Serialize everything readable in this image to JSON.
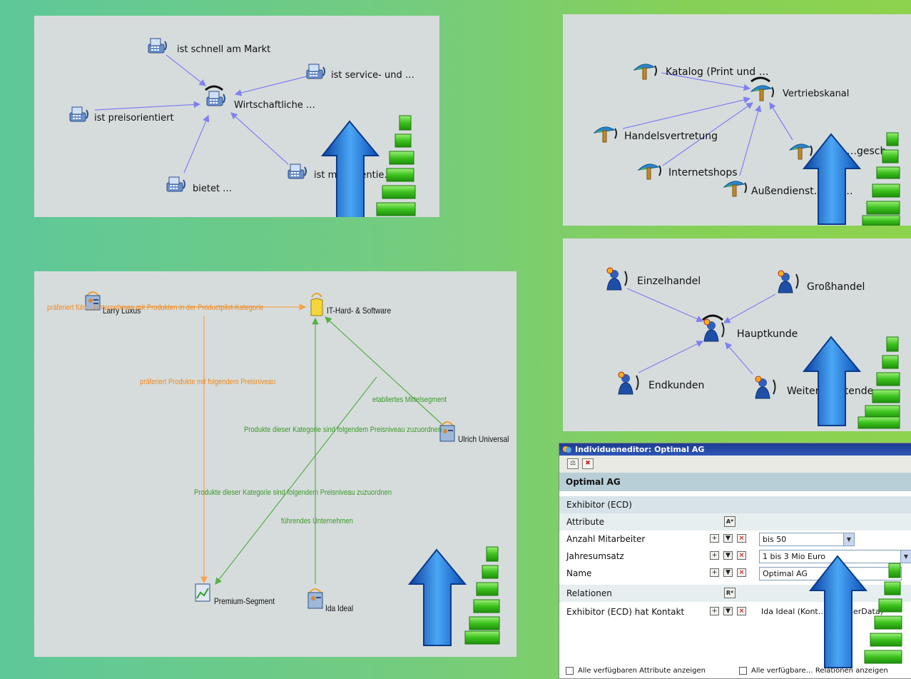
{
  "panel1": {
    "center": "Wirtschaftliche …",
    "nodes": [
      "ist schnell am Markt",
      "ist service- und …",
      "ist preisorientiert",
      "bietet …",
      "ist meßorientie…"
    ]
  },
  "panel2": {
    "center": "Vertriebskanal",
    "nodes": [
      "Katalog (Print und …",
      "Handelsvertretung",
      "Internetshops",
      "Außendienst…beit…",
      "…gesch…"
    ]
  },
  "panel3": {
    "center": "Hauptkunde",
    "nodes": [
      "Einzelhandel",
      "Großhandel",
      "Endkunden",
      "Weiter…beitende…"
    ]
  },
  "panel4": {
    "nodes": {
      "larry": "Larry Luxus",
      "it": "IT-Hard- & Software",
      "ulrich": "Ulrich Universal",
      "premium": "Premium-Segment",
      "ida": "Ida Ideal"
    },
    "edges": {
      "e1": "präferiert führ…Unternehmen mit Produkten in der Productpilot-Kategorie",
      "e2": "präferiert Produkte mit folgendem Preisniveau",
      "e3": "etabliertes Mittelsegment",
      "e4": "Produkte dieser Kategorie sind folgendem Preisniveau zuzuordnen",
      "e5": "Produkte dieser Kategorie sind folgendem Preisniveau zuzuordnen",
      "e6": "führendes Unternehmen"
    }
  },
  "editor": {
    "title": "Individueneditor: Optimal AG",
    "name": "Optimal AG",
    "type": "Exhibitor (ECD)",
    "attributes_header": "Attribute",
    "rows": [
      {
        "label": "Anzahl Mitarbeiter",
        "value": "bis 50"
      },
      {
        "label": "Jahresumsatz",
        "value": "1 bis 3 Mio Euro"
      },
      {
        "label": "Name",
        "value": "Optimal AG"
      }
    ],
    "relations_header": "Relationen",
    "relation": {
      "label": "Exhibitor (ECD) hat Kontakt",
      "value": "Ida Ideal (Kont…ofil (UserData)"
    },
    "footer_attr": "Alle verfügbaren Attribute anzeigen",
    "footer_rel": "Alle verfügbare… Relationen anzeigen",
    "attr_btn": "A*",
    "rel_btn": "R*"
  },
  "colors": {
    "arrow_blue": "#1f6fd1",
    "bar_green": "#3cc21e",
    "edge_blue": "#8080f0",
    "edge_orange": "#f5a34a",
    "edge_green": "#5aae4a"
  },
  "icons": [
    "register-icon",
    "umbrella-icon",
    "person-icon",
    "folder-icon",
    "contact-card-icon",
    "upload-arrow-icon",
    "bar-stack-icon"
  ]
}
